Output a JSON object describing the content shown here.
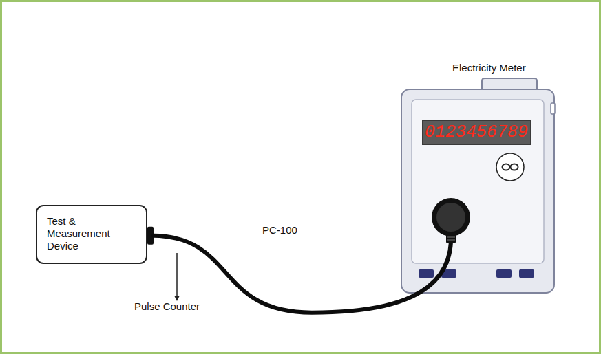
{
  "diagram": {
    "nodes": [
      {
        "text": [
          "Test & Measurement Device"
        ]
      },
      {
        "text": [
          "Electricity Meter",
          "0123456789"
        ]
      }
    ],
    "edges": [
      {
        "from": 0,
        "to": 1,
        "arrow": "none",
        "label": "PC-100"
      }
    ],
    "labels": [
      "Pulse Counter"
    ]
  }
}
